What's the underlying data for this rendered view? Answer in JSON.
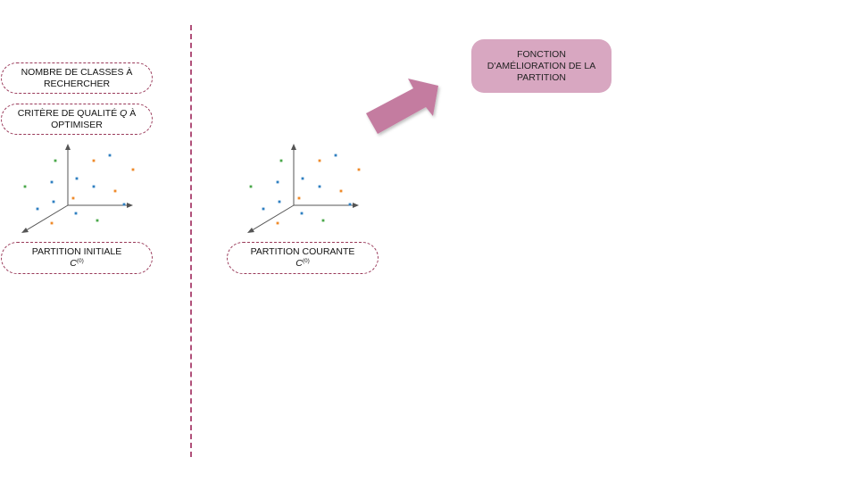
{
  "colors": {
    "divider": "#b0507a",
    "pill_border": "#9a3a5a",
    "arrow": "#c47ba0",
    "function_box": "#d8a7c1",
    "axis": "#555555",
    "dot_blue": "#2f7fc1",
    "dot_orange": "#ef8a2a",
    "dot_green": "#4aa84a"
  },
  "left": {
    "classes_line1": "NOMBRE DE CLASSES À",
    "classes_line2": "RECHERCHER",
    "critere_line1_a": "CRITÈRE DE QUALITÉ ",
    "critere_symbol": "Q",
    "critere_line1_b": " À",
    "critere_line2": "OPTIMISER",
    "initiale_label": "PARTITION INITIALE",
    "initiale_symbol": "C",
    "initiale_sup": "(0)"
  },
  "middle": {
    "courante_label": "PARTITION COURANTE",
    "courante_symbol": "C",
    "courante_sup": "(0)"
  },
  "right": {
    "fonction_line1": "FONCTION",
    "fonction_line2": "D'AMÉLIORATION DE LA",
    "fonction_line3": "PARTITION"
  },
  "icons": {
    "scatter": "3d-scatter-plot-icon",
    "arrow": "thick-arrow-icon"
  }
}
